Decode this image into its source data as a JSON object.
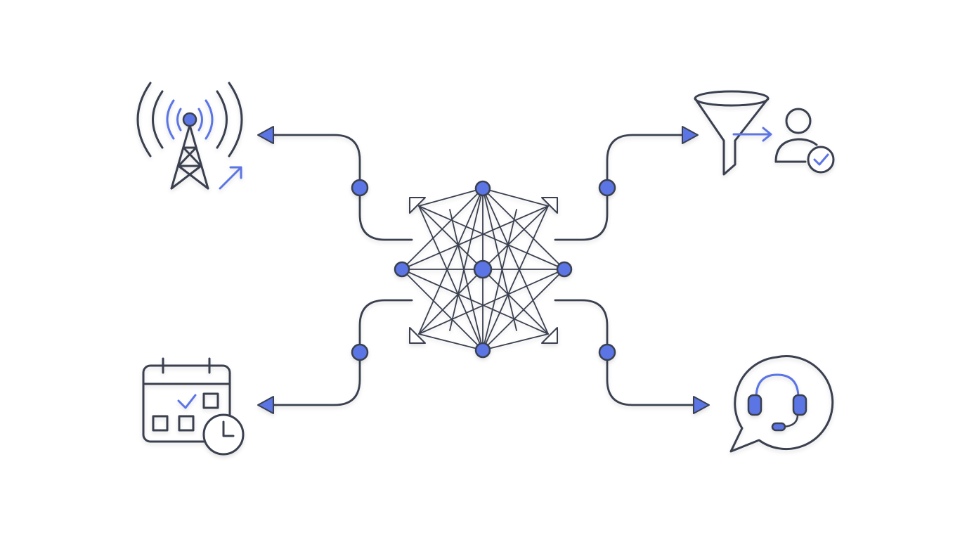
{
  "colors": {
    "background": "#ffffff",
    "line": "#3a4150",
    "accent": "#5b74e4"
  },
  "hub": {
    "name": "network-hub-icon",
    "outer_node_count": 8
  },
  "branches": [
    {
      "name": "signal-tower-icon",
      "direction": "left-up",
      "arrow": "left"
    },
    {
      "name": "conversion-funnel-icon",
      "direction": "right-up",
      "arrow": "right"
    },
    {
      "name": "schedule-calendar-icon",
      "direction": "left-down",
      "arrow": "left"
    },
    {
      "name": "support-chat-icon",
      "direction": "right-down",
      "arrow": "right"
    }
  ]
}
